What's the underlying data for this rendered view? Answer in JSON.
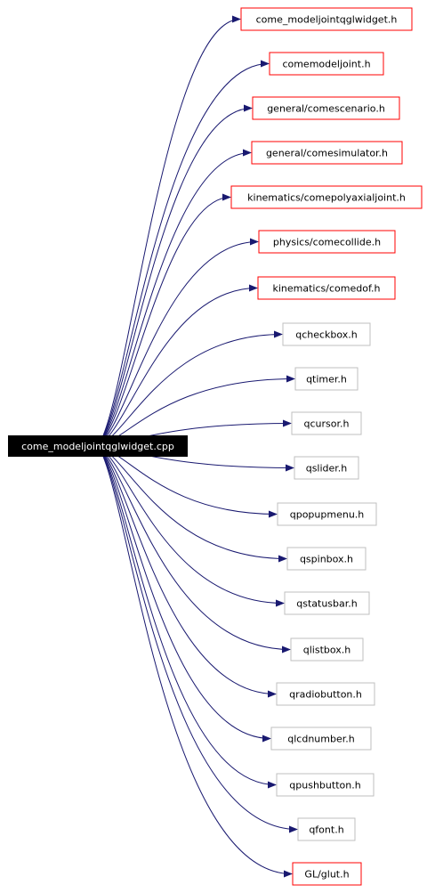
{
  "graph": {
    "source": {
      "label": "come_modeljointqglwidget.cpp"
    },
    "colors": {
      "edge": "#191970",
      "project_border": "#ff0000",
      "external_border": "#bfbfbf",
      "source_fill": "#000000",
      "source_text": "#ffffff",
      "node_text": "#000000",
      "background": "#ffffff"
    },
    "targets": [
      {
        "label": "come_modeljointqglwidget.h",
        "kind": "project"
      },
      {
        "label": "comemodeljoint.h",
        "kind": "project"
      },
      {
        "label": "general/comescenario.h",
        "kind": "project"
      },
      {
        "label": "general/comesimulator.h",
        "kind": "project"
      },
      {
        "label": "kinematics/comepolyaxialjoint.h",
        "kind": "project"
      },
      {
        "label": "physics/comecollide.h",
        "kind": "project"
      },
      {
        "label": "kinematics/comedof.h",
        "kind": "project"
      },
      {
        "label": "qcheckbox.h",
        "kind": "external"
      },
      {
        "label": "qtimer.h",
        "kind": "external"
      },
      {
        "label": "qcursor.h",
        "kind": "external"
      },
      {
        "label": "qslider.h",
        "kind": "external"
      },
      {
        "label": "qpopupmenu.h",
        "kind": "external"
      },
      {
        "label": "qspinbox.h",
        "kind": "external"
      },
      {
        "label": "qstatusbar.h",
        "kind": "external"
      },
      {
        "label": "qlistbox.h",
        "kind": "external"
      },
      {
        "label": "qradiobutton.h",
        "kind": "external"
      },
      {
        "label": "qlcdnumber.h",
        "kind": "external"
      },
      {
        "label": "qpushbutton.h",
        "kind": "external"
      },
      {
        "label": "qfont.h",
        "kind": "external"
      },
      {
        "label": "GL/glut.h",
        "kind": "project"
      }
    ]
  }
}
